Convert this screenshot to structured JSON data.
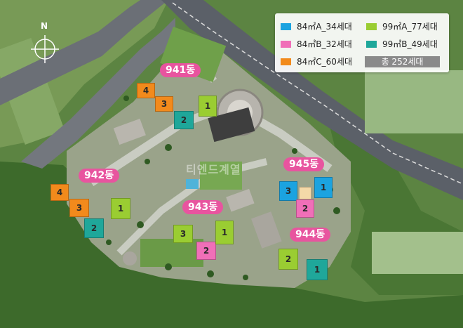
{
  "map": {
    "compass_label": "N",
    "watermark": "티엔드계열"
  },
  "legend": {
    "items": [
      {
        "label": "84㎡A_34세대",
        "color": "#1ba3e0",
        "swatch": "blue"
      },
      {
        "label": "99㎡A_77세대",
        "color": "#9acd32",
        "swatch": "lime"
      },
      {
        "label": "84㎡B_32세대",
        "color": "#f06fb8",
        "swatch": "pink"
      },
      {
        "label": "99㎡B_49세대",
        "color": "#1fa79a",
        "swatch": "teal"
      },
      {
        "label": "84㎡C_60세대",
        "color": "#f28a1c",
        "swatch": "orange"
      }
    ],
    "total": "총 252세대"
  },
  "buildings": [
    {
      "name": "941동",
      "units": [
        "4",
        "3",
        "2",
        "1"
      ]
    },
    {
      "name": "942동",
      "units": [
        "4",
        "3",
        "2",
        "1"
      ]
    },
    {
      "name": "943동",
      "units": [
        "3",
        "2",
        "1"
      ]
    },
    {
      "name": "944동",
      "units": [
        "2",
        "1"
      ]
    },
    {
      "name": "945동",
      "units": [
        "3",
        "1",
        "2"
      ]
    }
  ],
  "colors": {
    "pink_label": "#e8549f",
    "forest": "#3f6b2f",
    "road": "#5b6068"
  }
}
